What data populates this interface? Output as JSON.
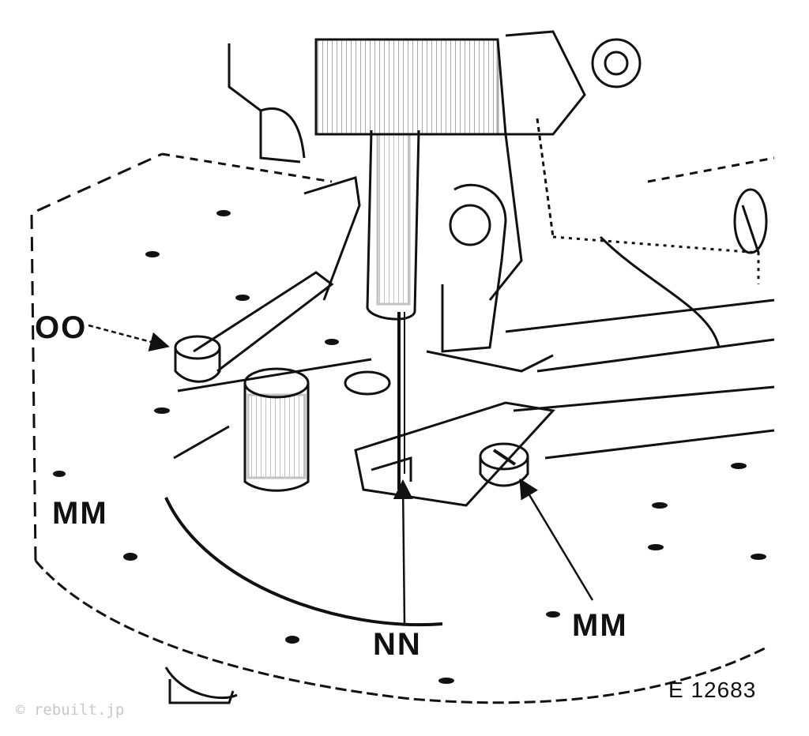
{
  "labels": {
    "oo": "OO",
    "mm_left": "MM",
    "mm_right": "MM",
    "nn": "NN"
  },
  "figure_number": "E 12683",
  "watermark": "© rebuilt.jp"
}
